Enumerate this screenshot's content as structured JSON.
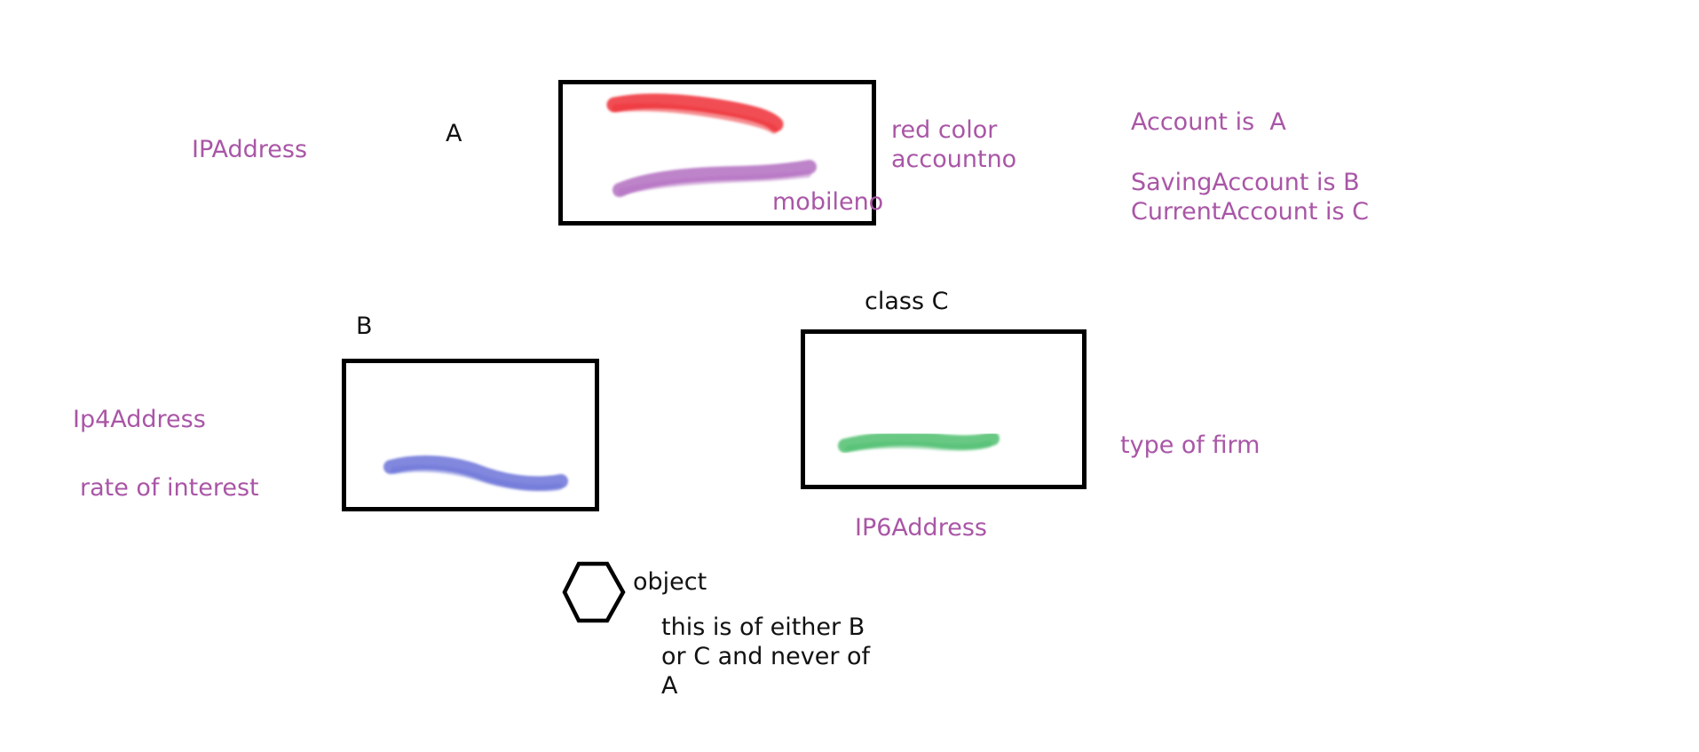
{
  "colors": {
    "annotation": "#a956a6",
    "label": "#111111",
    "stroke_red": "#ee3036",
    "stroke_purple": "#b36fc1",
    "stroke_blue": "#6b73d8",
    "stroke_green": "#4fc06f"
  },
  "class_a": {
    "label": "A",
    "left_note": "IPAddress",
    "right_notes": [
      "red color",
      "accountno"
    ],
    "inner_note": "mobileno"
  },
  "class_b": {
    "label": "B",
    "left_notes": [
      "Ip4Address",
      "rate of interest"
    ]
  },
  "class_c": {
    "label": "class C",
    "right_note": "type of firm",
    "bottom_note": "IP6Address"
  },
  "legend": {
    "lines": [
      "Account is  A",
      "SavingAccount is B",
      "CurrentAccount is C"
    ]
  },
  "object": {
    "label": "object",
    "note_lines": [
      "this is of either B",
      "or C and never of",
      "A"
    ]
  }
}
